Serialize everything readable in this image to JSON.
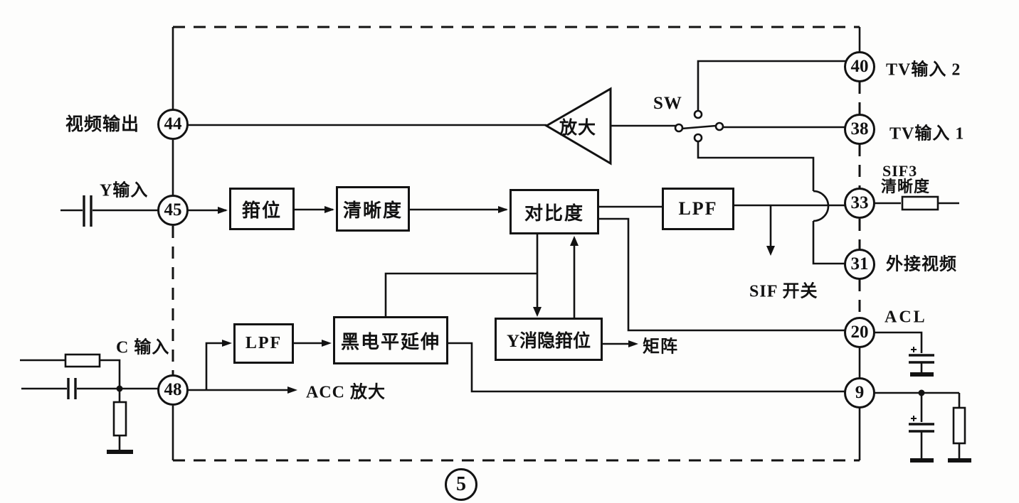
{
  "figure": {
    "number": "5"
  },
  "colors": {
    "ink": "#121212",
    "paper": "#fdfdfc"
  },
  "pins": {
    "p44": "44",
    "p45": "45",
    "p48": "48",
    "p40": "40",
    "p38": "38",
    "p33": "33",
    "p31": "31",
    "p20": "20",
    "p9": "9"
  },
  "blocks": {
    "clamp": "箝位",
    "sharpness": "清晰度",
    "contrast": "对比度",
    "lpf_top": "LPF",
    "lpf_bottom": "LPF",
    "black_level_extend": "黑电平延伸",
    "y_blank_clamp": "Y消隐箝位"
  },
  "labels": {
    "video_out": "视频输出",
    "y_in": "Y输入",
    "c_in": "C 输入",
    "sw": "SW",
    "amp": "放大",
    "tv_in_2": "TV输入 2",
    "tv_in_1": "TV输入 1",
    "sif3_line1": "SIF3",
    "sif3_line2": "清晰度",
    "ext_video": "外接视频",
    "acl": "ACL",
    "sif_switch": "SIF 开关",
    "matrix": "矩阵",
    "acc_amp": "ACC 放大"
  }
}
